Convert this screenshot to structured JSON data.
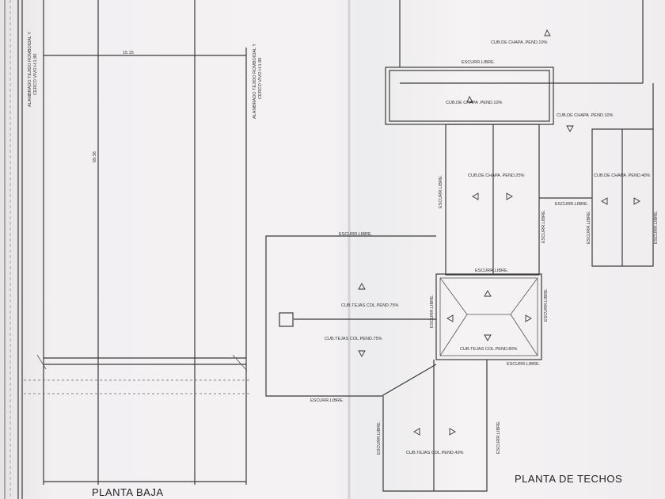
{
  "planta_baja": {
    "title": "PLANTA BAJA",
    "dim_width": "15.15",
    "dim_length": "69.36",
    "fence_note_left_1": "ALAMBRADO TEJIDO ROMBOIDAL Y",
    "fence_note_left_2": "CERCO VIVO H:1.80",
    "fence_note_right_1": "ALAMBRADO TEJIDO ROMBOIDAL Y",
    "fence_note_right_2": "CERCO VIVO H:1.80"
  },
  "planta_techos": {
    "title": "PLANTA DE TECHOS",
    "drain": "ESCURR.LIBRE.",
    "roof_chapa_10_top": "CUB.DE CHAPA .PEND.10%",
    "roof_chapa_10_box": "CUB.DE CHAPA .PEND.10%",
    "roof_chapa_10_right": "CUB.DE CHAPA .PEND.10%",
    "roof_chapa_25": "CUB.DE CHAPA .PEND.25%",
    "roof_chapa_40": "CUB.DE CHAPA .PEND.40%",
    "roof_tejas_75_top": "CUB.TEJAS COL.PEND.75%",
    "roof_tejas_75_bottom": "CUB.TEJAS COL.PEND.75%",
    "roof_tejas_80": "CUB.TEJAS COL.PEND.80%",
    "roof_tejas_40": "CUB.TEJAS COL.PEND.40%"
  }
}
